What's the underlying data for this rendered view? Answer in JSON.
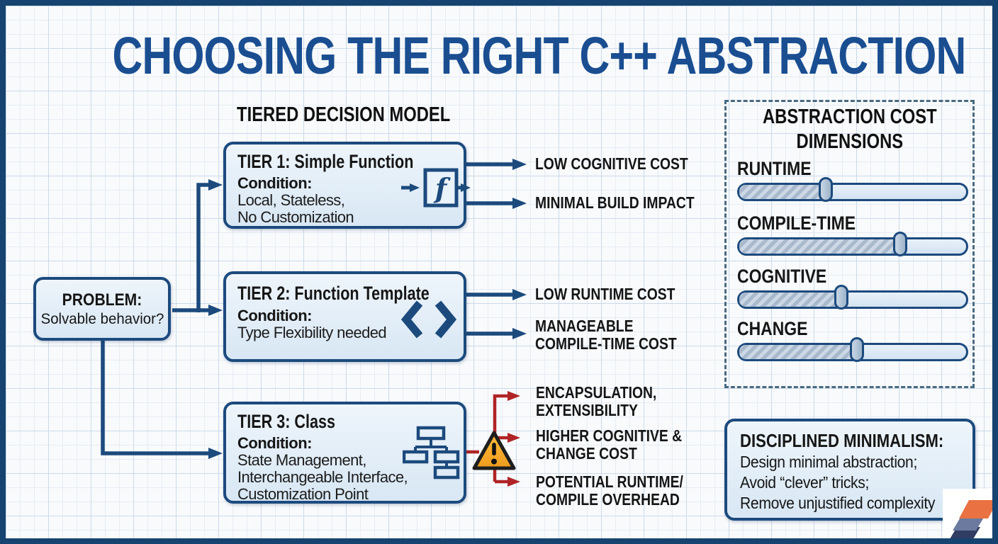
{
  "title": "CHOOSING THE RIGHT C++ ABSTRACTION",
  "decision_model": {
    "heading": "TIERED DECISION MODEL",
    "problem": {
      "label": "PROBLEM:",
      "question": "Solvable behavior?"
    },
    "tiers": [
      {
        "name": "TIER 1: Simple Function",
        "condition_label": "Condition:",
        "condition_lines": [
          "Local, Stateless,",
          "No Customization"
        ],
        "icon": "function-box-icon",
        "outcomes": [
          [
            "LOW COGNITIVE COST"
          ],
          [
            "MINIMAL BUILD IMPACT"
          ]
        ]
      },
      {
        "name": "TIER 2: Function Template",
        "condition_label": "Condition:",
        "condition_lines": [
          "Type Flexibility needed"
        ],
        "icon": "angle-brackets-icon",
        "outcomes": [
          [
            "LOW RUNTIME COST"
          ],
          [
            "MANAGEABLE",
            "COMPILE-TIME COST"
          ]
        ]
      },
      {
        "name": "TIER 3: Class",
        "condition_label": "Condition:",
        "condition_lines": [
          "State Management,",
          "Interchangeable Interface,",
          "Customization Point"
        ],
        "icon": "class-hierarchy-icon",
        "warning_icon": "warning-triangle-icon",
        "outcomes": [
          [
            "ENCAPSULATION,",
            "EXTENSIBILITY"
          ],
          [
            "HIGHER COGNITIVE &",
            "CHANGE COST"
          ],
          [
            "POTENTIAL RUNTIME/",
            "COMPILE OVERHEAD"
          ]
        ]
      }
    ]
  },
  "cost_panel": {
    "heading_lines": [
      "ABSTRACTION COST",
      "DIMENSIONS"
    ],
    "sliders": [
      {
        "label": "RUNTIME",
        "value_pct": 38
      },
      {
        "label": "COMPILE-TIME",
        "value_pct": 71
      },
      {
        "label": "COGNITIVE",
        "value_pct": 45
      },
      {
        "label": "CHANGE",
        "value_pct": 52
      }
    ]
  },
  "minimalism_box": {
    "heading": "DISCIPLINED MINIMALISM:",
    "lines": [
      "Design minimal abstraction;",
      "Avoid “clever” tricks;",
      "Remove unjustified complexity"
    ]
  },
  "colors": {
    "navy": "#1c4a7d",
    "title_blue": "#1a4e91",
    "box_fill": "#dce9f5",
    "red": "#b02425",
    "warning_fill": "#f7a827",
    "logo_orange": "#e97142",
    "logo_slate": "#6b7a9e",
    "logo_navy": "#313c63"
  }
}
